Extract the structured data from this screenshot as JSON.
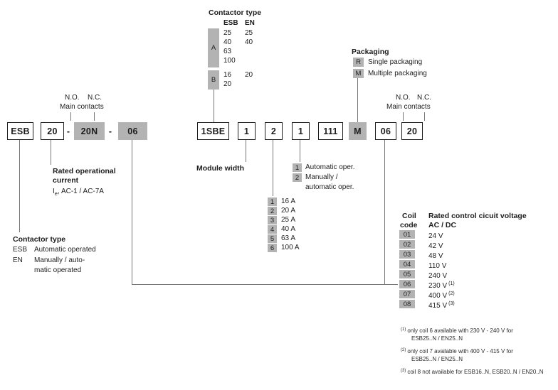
{
  "colors": {
    "chip": "#b3b3b3",
    "border": "#1d1d1d",
    "line": "#767676"
  },
  "contactor_table": {
    "title": "Contactor type",
    "headers": [
      "ESB",
      "EN"
    ],
    "group_a": {
      "code": "A",
      "col1": [
        "25",
        "40",
        "63",
        "100"
      ],
      "col2": [
        "25",
        "40"
      ]
    },
    "group_b": {
      "code": "B",
      "col1": [
        "16",
        "20"
      ],
      "col2": [
        "20"
      ]
    }
  },
  "packaging": {
    "title": "Packaging",
    "items": [
      {
        "code": "R",
        "label": "Single packaging"
      },
      {
        "code": "M",
        "label": "Multiple packaging"
      }
    ]
  },
  "main_contacts_left": {
    "no": "N.O.",
    "nc": "N.C.",
    "label": "Main contacts"
  },
  "main_contacts_right": {
    "no": "N.O.",
    "nc": "N.C.",
    "label": "Main contacts"
  },
  "order_code": {
    "left": {
      "prefix": "ESB",
      "no": "20",
      "sep1": "-",
      "nc": "20N",
      "sep2": "-",
      "coil": "06"
    },
    "right": {
      "series": "1SBE",
      "d1": "1",
      "d2": "2",
      "d3": "1",
      "d4": "111",
      "pack": "M",
      "coil": "06",
      "contacts": "20"
    }
  },
  "module_width_label": "Module width",
  "operation": {
    "items": [
      {
        "code": "1",
        "label": "Automatic oper."
      },
      {
        "code": "2",
        "label": "Manually /"
      }
    ],
    "cont": "automatic oper."
  },
  "current_ratings": [
    {
      "code": "1",
      "label": "16 A"
    },
    {
      "code": "2",
      "label": "20 A"
    },
    {
      "code": "3",
      "label": "25 A"
    },
    {
      "code": "4",
      "label": "40 A"
    },
    {
      "code": "5",
      "label": "63 A"
    },
    {
      "code": "6",
      "label": "100 A"
    }
  ],
  "rated_current": {
    "line1": "Rated operational",
    "line2": "current",
    "sym": "I",
    "sub": "e",
    "rest": ", AC-1 / AC-7A"
  },
  "type_legend": {
    "title": "Contactor type",
    "rows": [
      {
        "code": "ESB",
        "label": "Automatic operated",
        "label2": ""
      },
      {
        "code": "EN",
        "label": "Manually / auto-",
        "label2": "matic operated"
      }
    ]
  },
  "coil": {
    "header": {
      "c1a": "Coil",
      "c1b": "code",
      "c2a": "Rated control cicuit voltage",
      "c2b": "AC / DC"
    },
    "rows": [
      {
        "code": "01",
        "value": "24 V",
        "sup": ""
      },
      {
        "code": "02",
        "value": "42 V",
        "sup": ""
      },
      {
        "code": "03",
        "value": "48 V",
        "sup": ""
      },
      {
        "code": "04",
        "value": "110 V",
        "sup": ""
      },
      {
        "code": "05",
        "value": "240 V",
        "sup": ""
      },
      {
        "code": "06",
        "value": "230 V",
        "sup": "(1)"
      },
      {
        "code": "07",
        "value": "400 V",
        "sup": "(2)"
      },
      {
        "code": "08",
        "value": "415 V",
        "sup": "(3)"
      }
    ]
  },
  "footnotes": [
    {
      "sup": "(1)",
      "text": "only coil 6 available with 230 V - 240 V for",
      "text2": "ESB25..N / EN25..N"
    },
    {
      "sup": "(2)",
      "text": "only coil 7 available with 400 V - 415 V for",
      "text2": "ESB25..N / EN25..N"
    },
    {
      "sup": "(3)",
      "text": "coil 8 not available for ESB16..N, ESB20..N / EN20..N",
      "text2": ""
    }
  ]
}
